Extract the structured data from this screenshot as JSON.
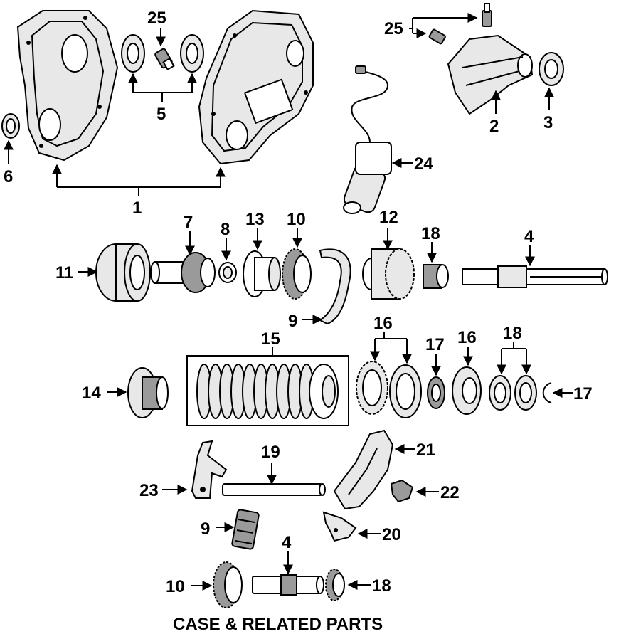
{
  "caption": "CASE & RELATED PARTS",
  "callouts": {
    "c1": "1",
    "c2": "2",
    "c3": "3",
    "c4_top": "4",
    "c4_bottom": "4",
    "c5": "5",
    "c6": "6",
    "c7": "7",
    "c8": "8",
    "c9_mid": "9",
    "c9_bottom": "9",
    "c10_mid": "10",
    "c10_bottom": "10",
    "c11": "11",
    "c12": "12",
    "c13": "13",
    "c14": "14",
    "c15": "15",
    "c16_pair": "16",
    "c16_single": "16",
    "c17_mid": "17",
    "c17_right": "17",
    "c18_mid": "18",
    "c18_pair": "18",
    "c18_bottom": "18",
    "c19": "19",
    "c20": "20",
    "c21": "21",
    "c22": "22",
    "c23": "23",
    "c24": "24",
    "c25_left": "25",
    "c25_right": "25"
  }
}
